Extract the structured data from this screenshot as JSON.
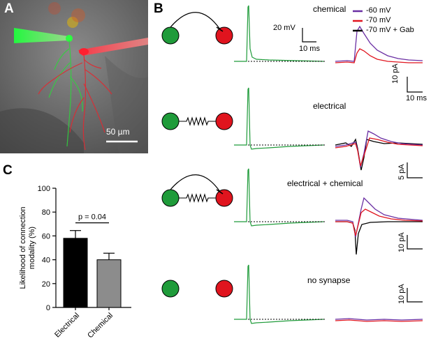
{
  "panels": {
    "A": {
      "letter": "A",
      "scalebar_label": "50 µm"
    },
    "B": {
      "letter": "B",
      "rows": [
        {
          "label": "chemical"
        },
        {
          "label": "electrical"
        },
        {
          "label": "electrical + chemical"
        },
        {
          "label": "no synapse"
        }
      ],
      "legend": [
        {
          "label": "-60 mV",
          "color": "#6a2fa3"
        },
        {
          "label": "-70 mV",
          "color": "#e0141e"
        },
        {
          "label": "-70 mV + Gab",
          "color": "#000000"
        }
      ],
      "presynaptic_color": "#1f9b3a",
      "postsynaptic_color": "#e0141e",
      "scalebars": {
        "voltage_v": "20 mV",
        "voltage_t": "10 ms",
        "current_chem_v": "10 pA",
        "current_chem_t": "10 ms",
        "current_elec_v": "5 pA",
        "current_both_v": "10 pA",
        "current_none_v": "10 pA"
      }
    },
    "C": {
      "letter": "C"
    }
  },
  "chart_data": {
    "type": "bar",
    "categories": [
      "Electrical",
      "Chemical"
    ],
    "values": [
      58,
      40
    ],
    "errors": [
      6.5,
      5.5
    ],
    "bar_colors": [
      "#000000",
      "#8c8c8c"
    ],
    "ylabel": "Likelihood of connection modality (%)",
    "ylabel_lines": [
      "Likelihood of connection",
      "modality (%)"
    ],
    "ylim": [
      0,
      100
    ],
    "yticks": [
      0,
      20,
      40,
      60,
      80,
      100
    ],
    "annotation": "p = 0.04"
  }
}
